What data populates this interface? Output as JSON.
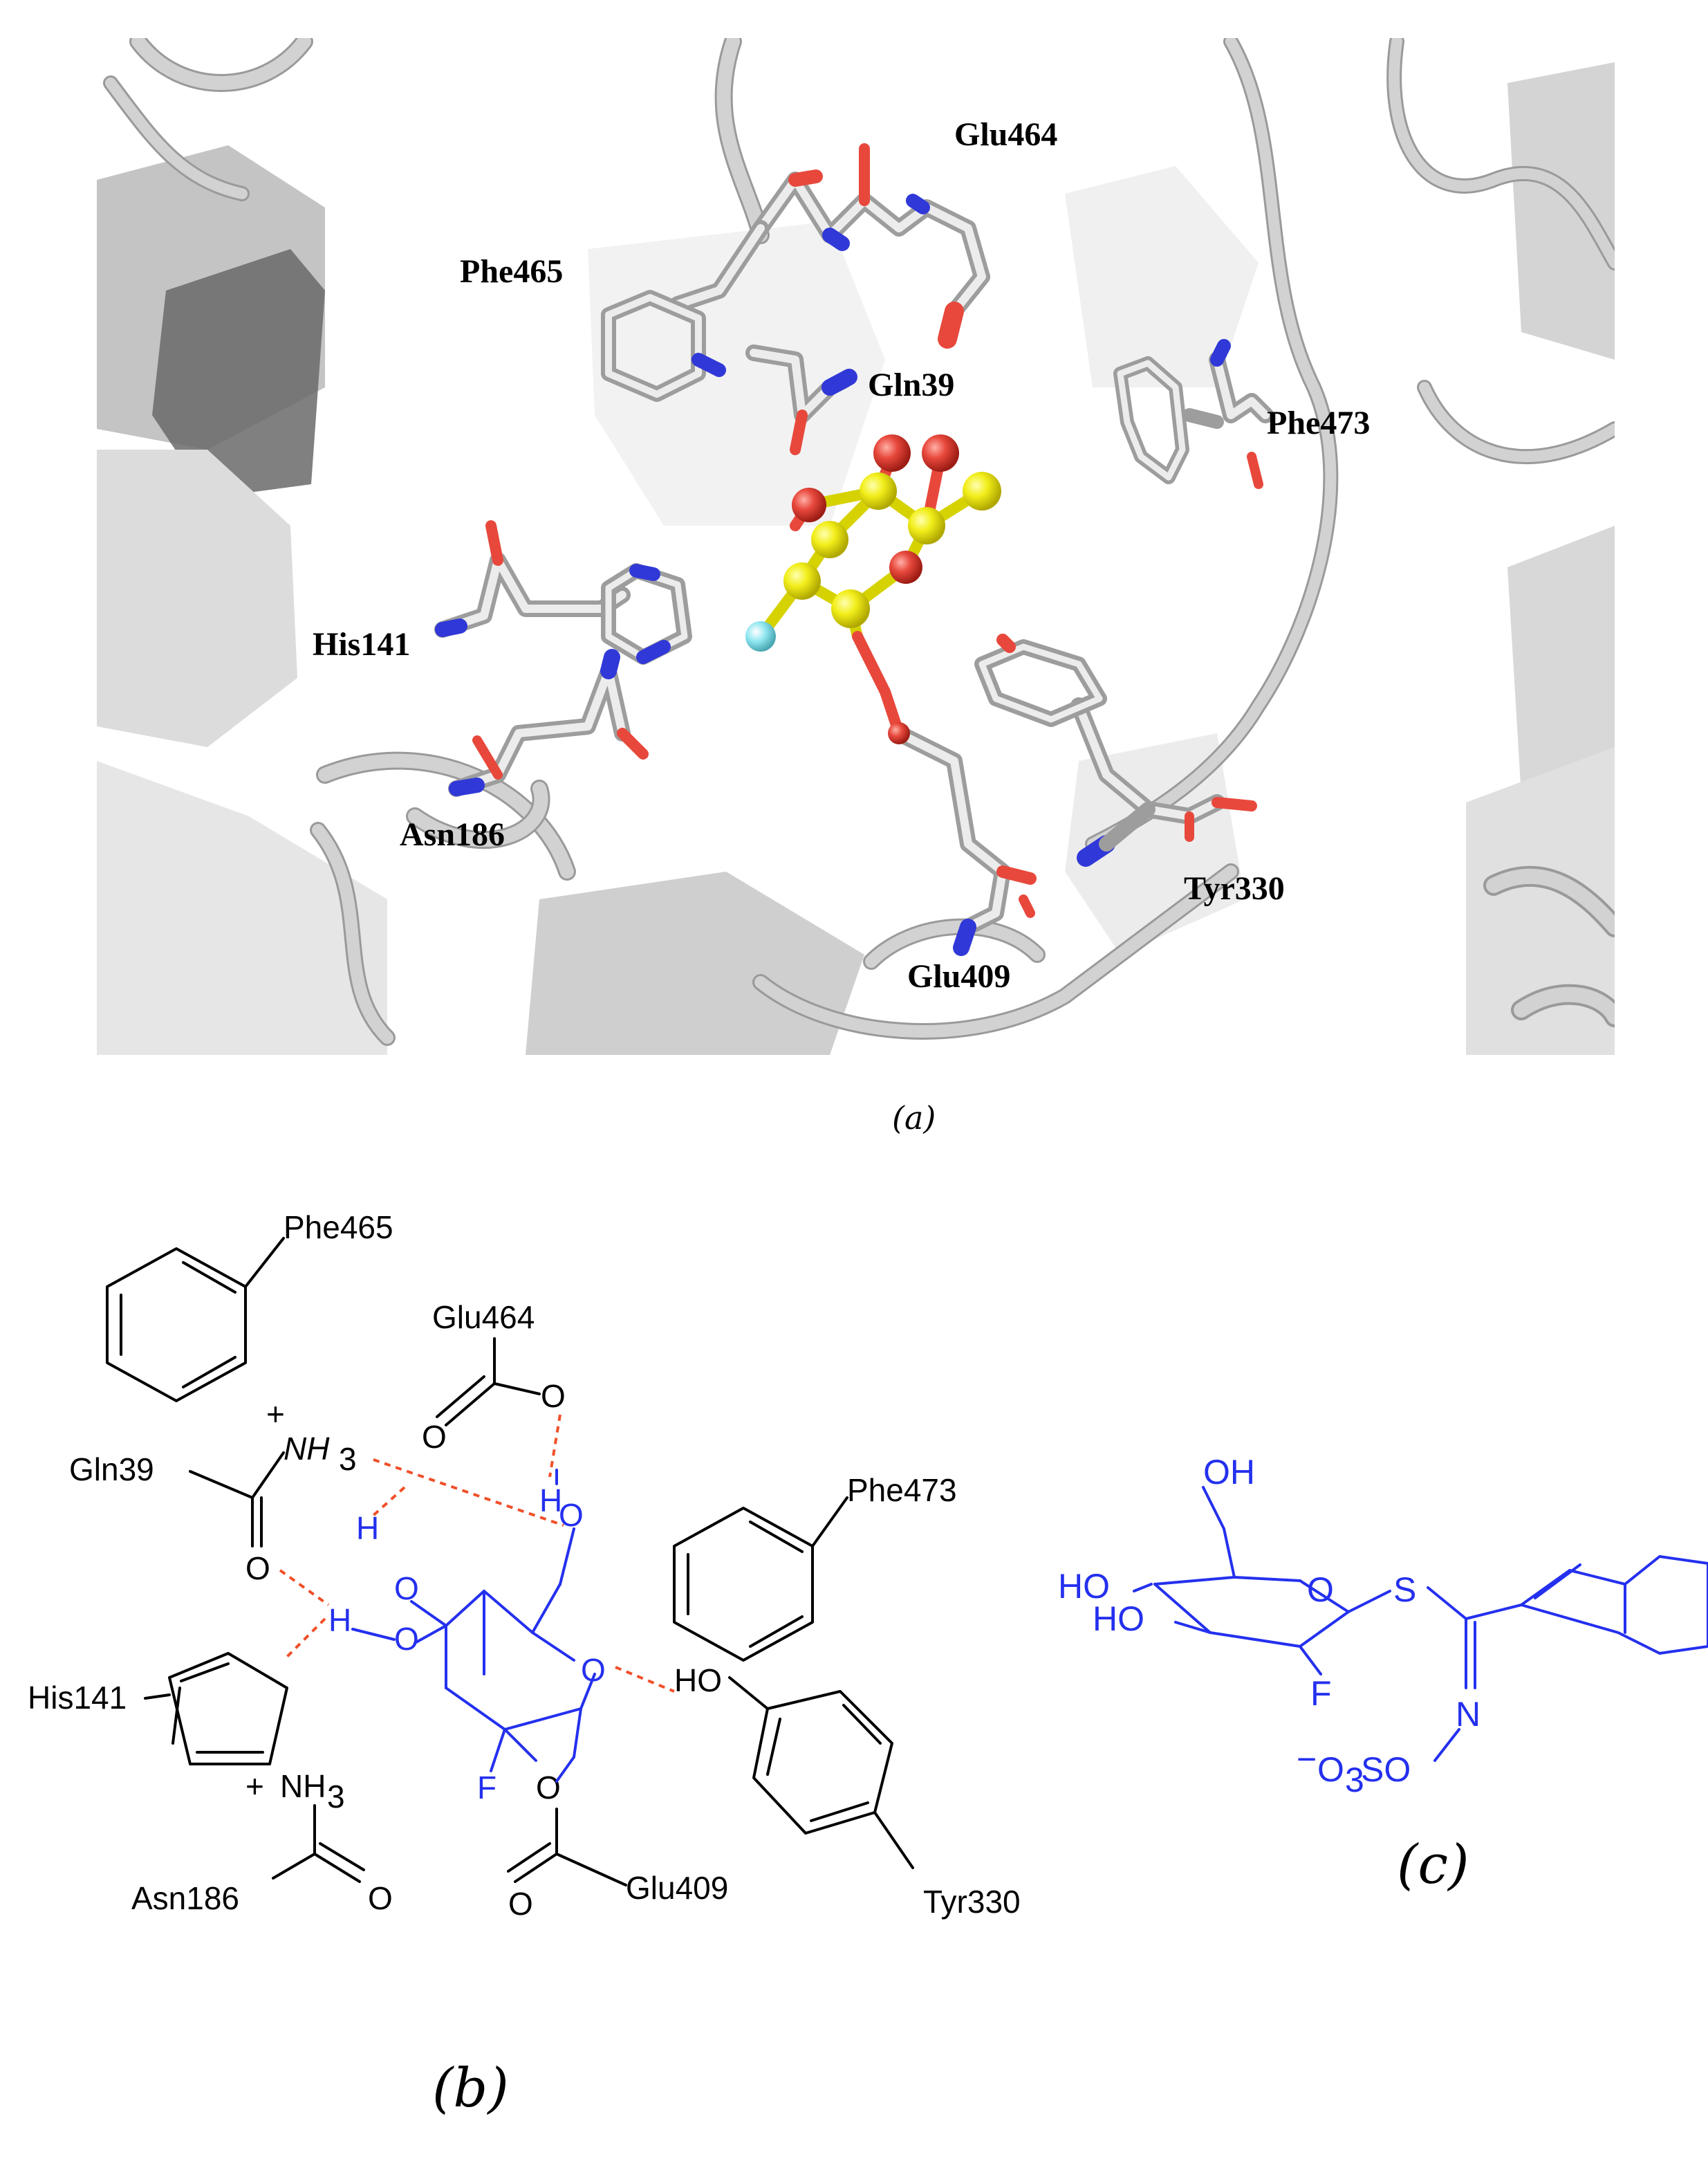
{
  "panel_a": {
    "label": "(a)",
    "residues": [
      "Glu464",
      "Phe465",
      "Gln39",
      "Phe473",
      "His141",
      "Asn186",
      "Tyr330",
      "Glu409"
    ]
  },
  "panel_b": {
    "label": "(b)",
    "labels": {
      "phe465": "Phe465",
      "glu464": "Glu464",
      "gln39": "Gln39",
      "phe473": "Phe473",
      "his141": "His141",
      "asn186": "Asn186",
      "glu409": "Glu409",
      "tyr330": "Tyr330",
      "nh3_gln": "NH",
      "nh3_asn": "NH",
      "plus": "+",
      "sub3": "3",
      "o": "O",
      "h": "H",
      "ho": "HO",
      "f": "F"
    }
  },
  "panel_c": {
    "label": "(c)",
    "labels": {
      "oh": "OH",
      "ho": "HO",
      "o": "O",
      "s": "S",
      "f": "F",
      "n": "N",
      "minus": "−",
      "sub3": "3",
      "so": "SO"
    }
  },
  "colors": {
    "ligand_blue": "#2430ee",
    "hbond": "#f0502a",
    "ligand_carbon": "#f2ee1a",
    "oxygen": "#e8483c",
    "nitrogen": "#3038d8",
    "fluorine": "#8fe6f0",
    "protein": "#d8d8d8"
  }
}
